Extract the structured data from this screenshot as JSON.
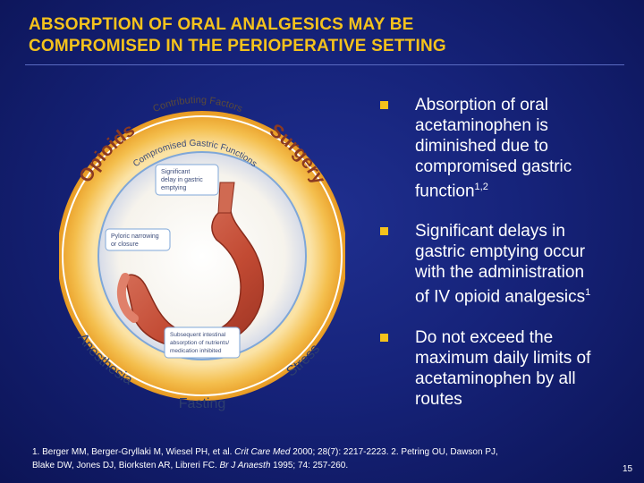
{
  "title": {
    "line1": "ABSORPTION OF ORAL ANALGESICS MAY BE",
    "line2": "COMPROMISED IN THE PERIOPERATIVE SETTING"
  },
  "figure": {
    "ring_outer_label": "Contributing Factors",
    "factors": [
      "Opioids",
      "Surgery",
      "Anesthesia",
      "Stress",
      "Fasting"
    ],
    "inner_label": "Compromised Gastric Functions",
    "callouts": [
      {
        "text_lines": [
          "Significant",
          "delay in gastric",
          "emptying"
        ]
      },
      {
        "text_lines": [
          "Pyloric narrowing",
          "or closure"
        ]
      },
      {
        "text_lines": [
          "Subsequent intestinal",
          "absorption of nutrients/",
          "medication inhibited"
        ]
      }
    ],
    "colors": {
      "ring": "#f2b233",
      "inner_circle": "#ffffff",
      "stomach": "#c9553a",
      "callout_border": "#7fa7d8"
    }
  },
  "bullets": [
    {
      "lines": [
        "Absorption of oral",
        "acetaminophen is",
        "diminished due to",
        "compromised gastric"
      ],
      "last_line": "function",
      "sup": "1,2"
    },
    {
      "lines": [
        "Significant delays in",
        "gastric emptying occur",
        "with the administration"
      ],
      "last_line": "of IV opioid analgesics",
      "sup": "1"
    },
    {
      "lines": [
        "Do not exceed the",
        "maximum daily limits of",
        "acetaminophen by all",
        "routes"
      ],
      "last_line": "",
      "sup": ""
    }
  ],
  "references": {
    "line1_a": "1. Berger MM, Berger-Gryllaki M, Wiesel PH, et al. ",
    "line1_journal": "Crit Care Med",
    "line1_b": " 2000; 28(7): 2217-2223.  2. Petring OU, Dawson PJ,",
    "line2_a": "Blake DW, Jones DJ, Biorksten AR, Libreri FC. ",
    "line2_journal": "Br J Anaesth",
    "line2_b": " 1995; 74: 257-260."
  },
  "page_number": "15"
}
